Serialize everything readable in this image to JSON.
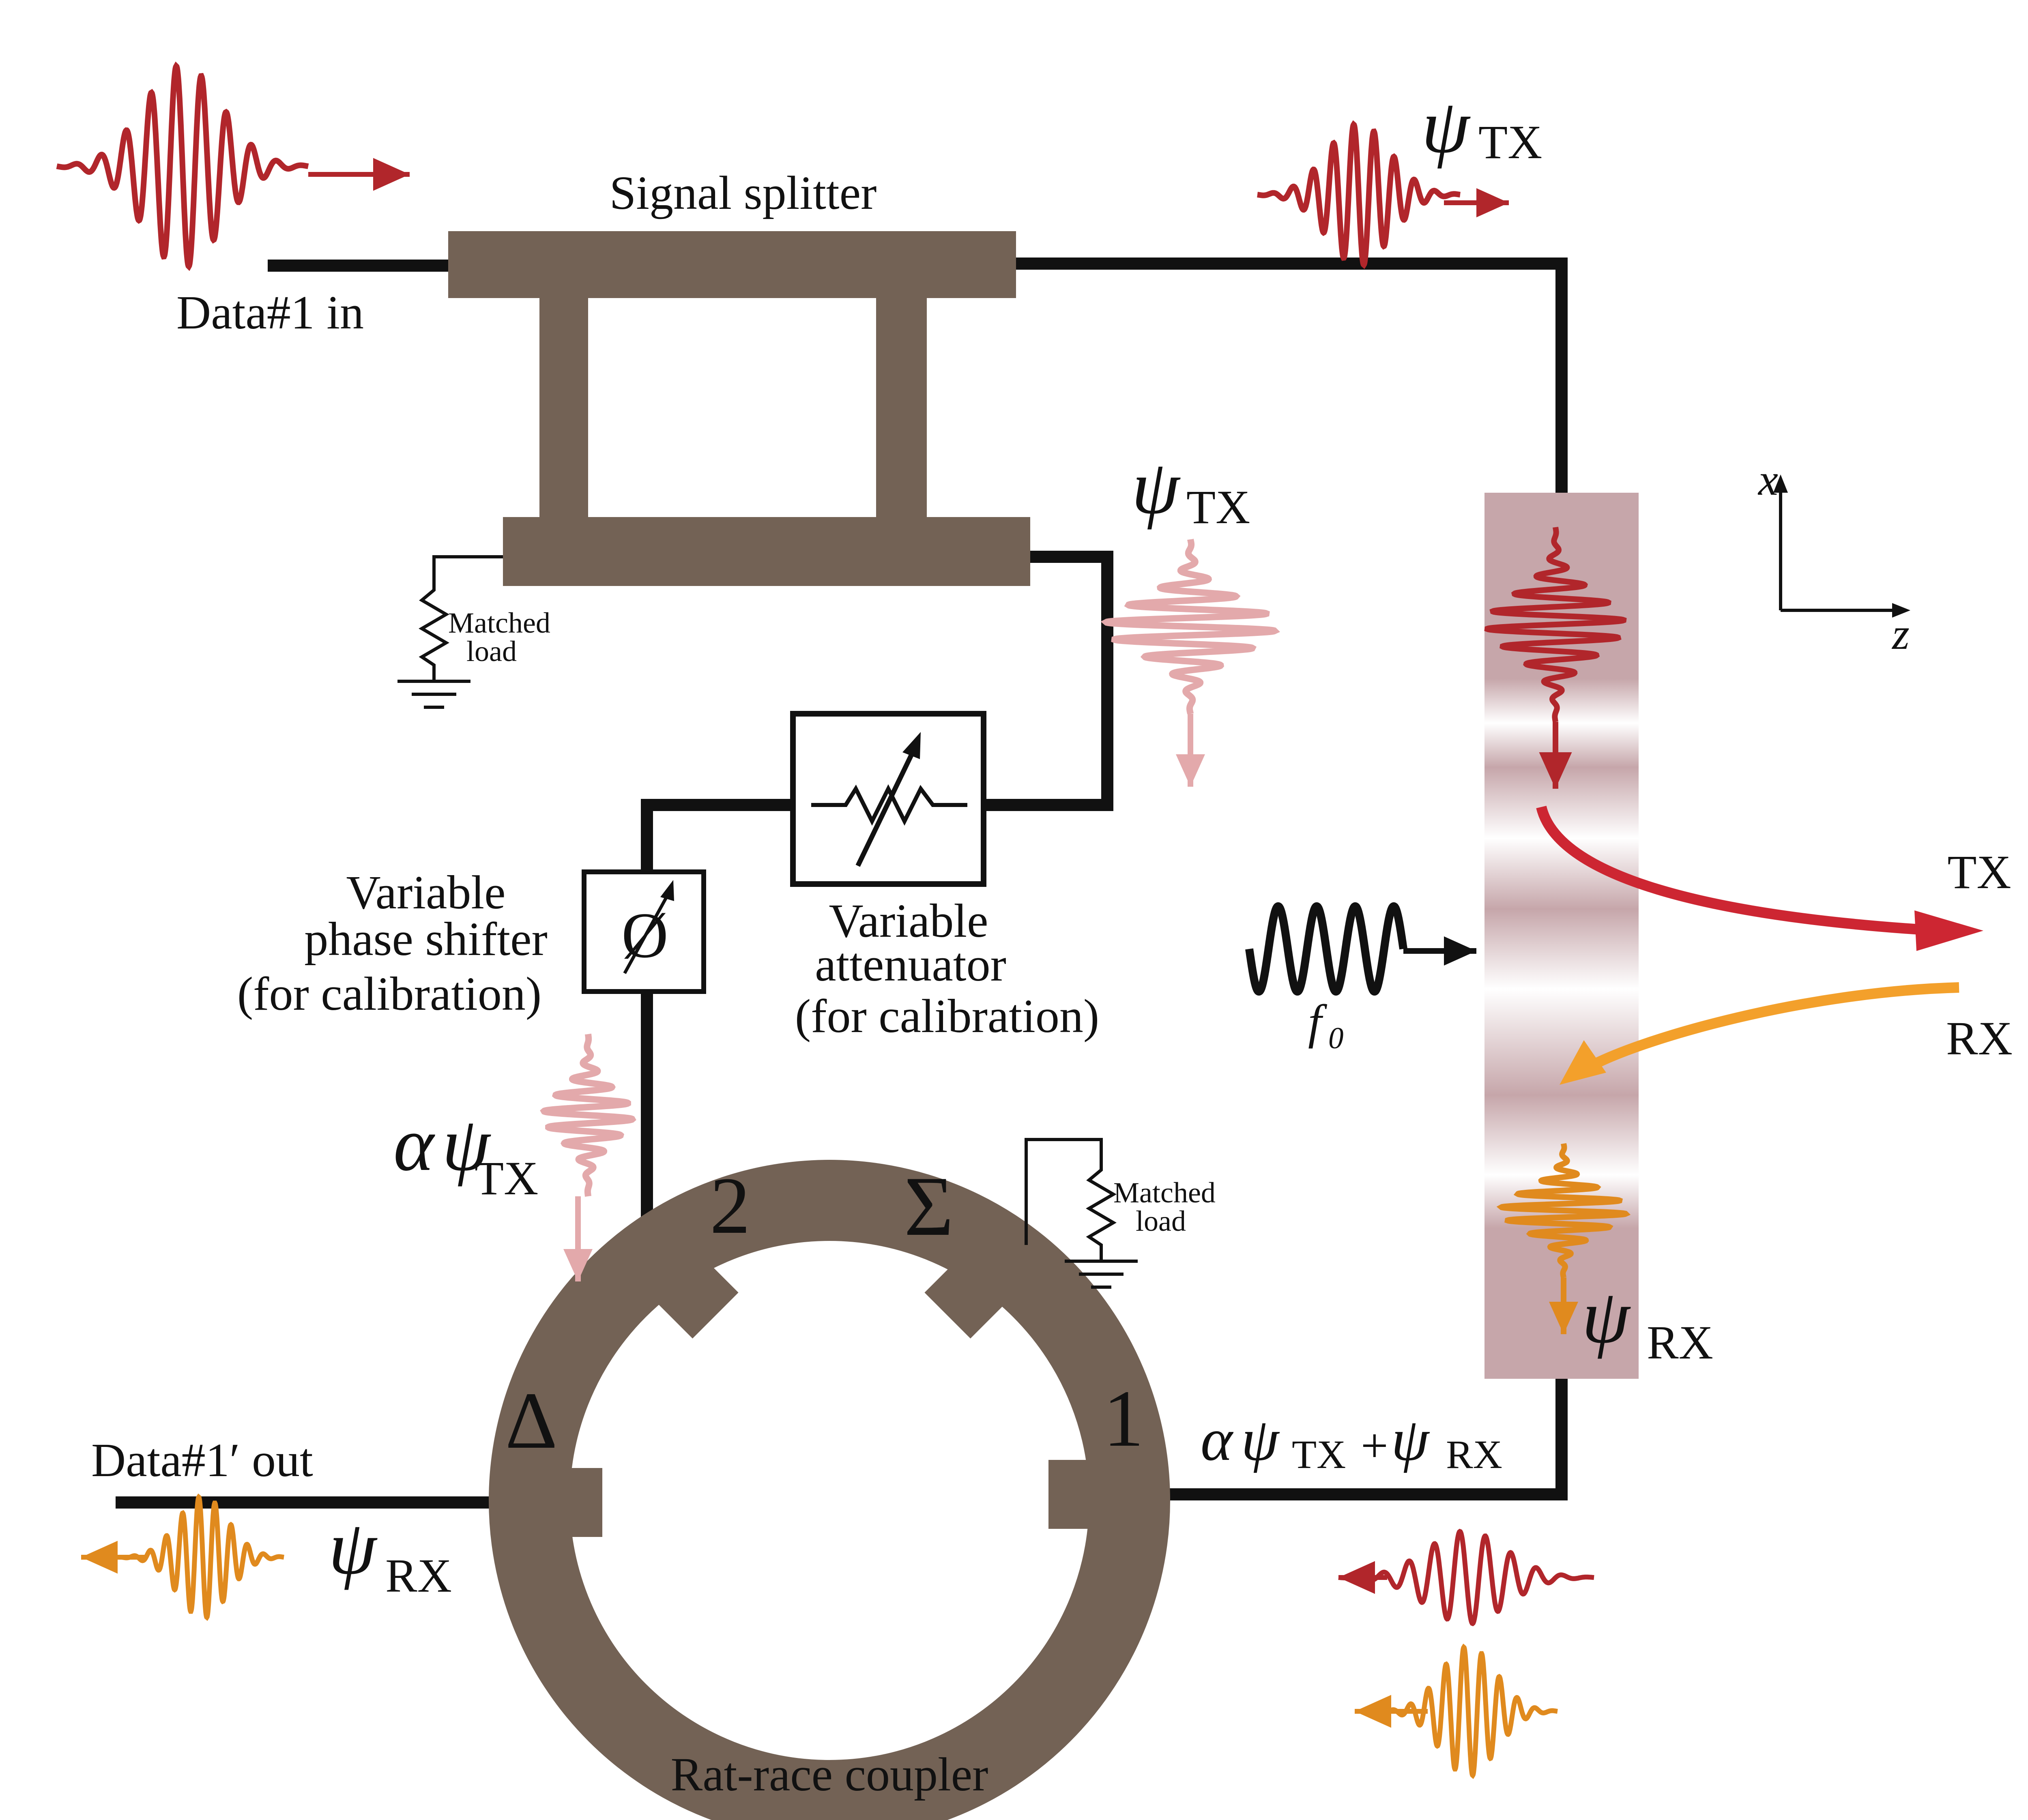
{
  "labels": {
    "signal_splitter": "Signal splitter",
    "data_in": "Data#1 in",
    "data_out": "Data#1′ out",
    "matched_load_line1": "Matched",
    "matched_load_line2": "load",
    "variable_phase_line1": "Variable",
    "variable_phase_line2": "phase shifter",
    "variable_phase_line3": "(for calibration)",
    "variable_att_line1": "Variable",
    "variable_att_line2": "attenuator",
    "variable_att_line3": "(for calibration)",
    "rat_race": "Rat-race coupler",
    "tx": "TX",
    "rx": "RX",
    "axis_x": "x",
    "axis_z": "z",
    "port_2": "2",
    "port_sigma": "Σ",
    "port_delta": "Δ",
    "port_1": "1",
    "phase_symbol": "Ø"
  },
  "math": {
    "psi": "ψ",
    "alpha": "α",
    "plus": "+",
    "f": "f",
    "f_sub": "0",
    "sub_tx": "TX",
    "sub_rx": "RX"
  },
  "colors": {
    "coupler": "#736255",
    "wire": "#111111",
    "tx_wave": "#b1262b",
    "tx_wave_faded": "#e3a9ab",
    "rx_wave": "#e08a1e",
    "rx_arrow": "#f3a02b",
    "tx_arrow": "#cd2632",
    "antenna_dark": "#c6a6aa"
  },
  "icons": [
    "resistor-ground-icon",
    "variable-attenuator-icon",
    "phase-shifter-icon",
    "axis-icon"
  ]
}
